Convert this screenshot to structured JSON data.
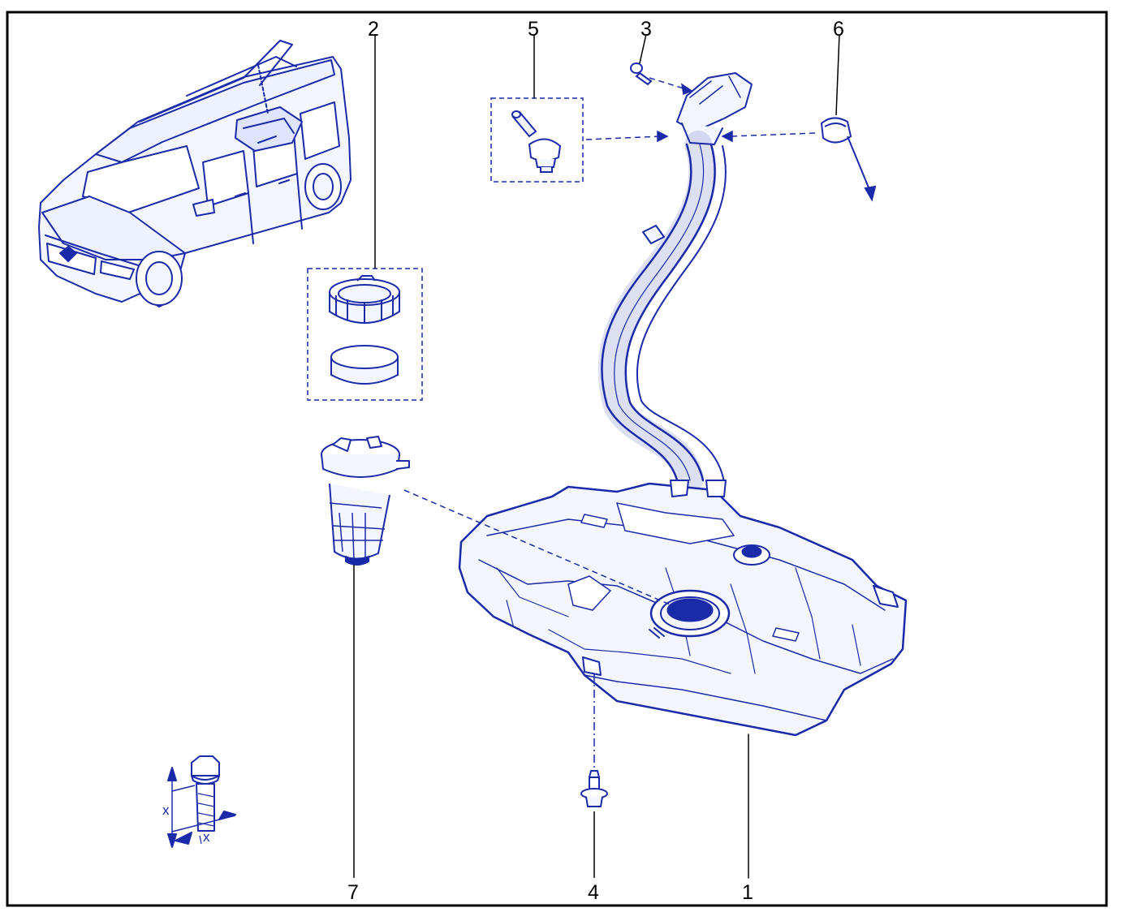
{
  "diagram": {
    "callouts": [
      {
        "id": "1",
        "label": "1"
      },
      {
        "id": "2",
        "label": "2"
      },
      {
        "id": "3",
        "label": "3"
      },
      {
        "id": "4",
        "label": "4"
      },
      {
        "id": "5",
        "label": "5"
      },
      {
        "id": "6",
        "label": "6"
      },
      {
        "id": "7",
        "label": "7"
      }
    ],
    "dimension_labels": {
      "length": "x",
      "diameter": "x"
    },
    "colors": {
      "line": "#1a2aa8",
      "fill": "#f4f6ff",
      "frame": "#000000",
      "callout": "#000000"
    }
  }
}
